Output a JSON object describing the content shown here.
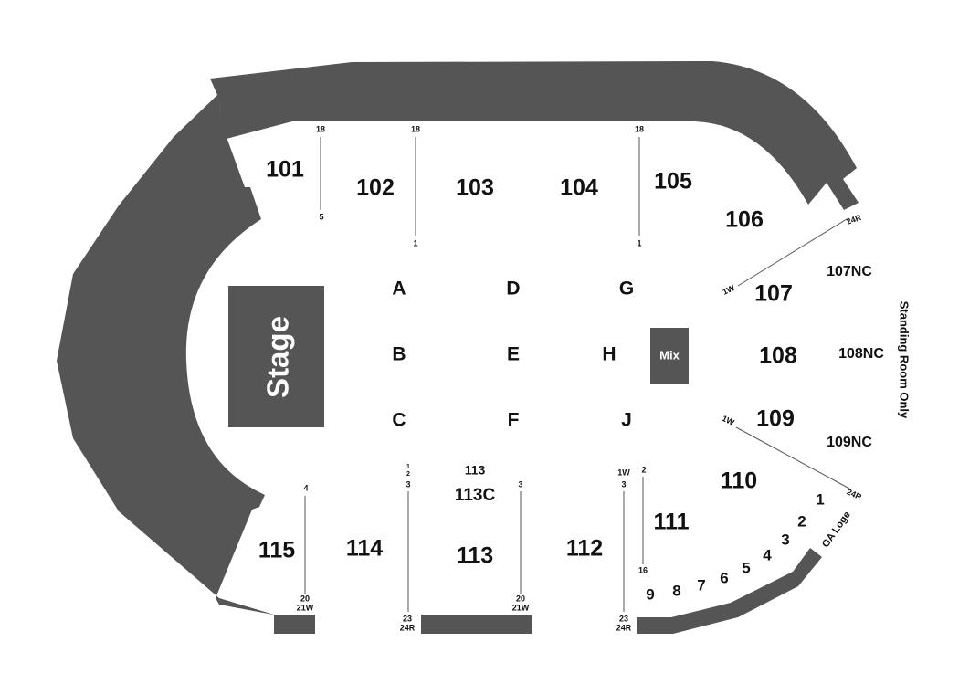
{
  "colors": {
    "structure": "#555555",
    "text": "#111111",
    "mix_text": "#ffffff",
    "background": "#ffffff"
  },
  "stage": {
    "label": "Stage"
  },
  "mix": {
    "label": "Mix"
  },
  "standing_room": {
    "label": "Standing Room Only"
  },
  "ga_loge": {
    "label": "GA Loge",
    "boxes": [
      "1",
      "2",
      "3",
      "4",
      "5",
      "6",
      "7",
      "8",
      "9"
    ]
  },
  "sections": {
    "s101": "101",
    "s102": "102",
    "s103": "103",
    "s104": "104",
    "s105": "105",
    "s106": "106",
    "s107": "107",
    "s108": "108",
    "s109": "109",
    "s110": "110",
    "s111": "111",
    "s112": "112",
    "s113": "113",
    "s113_top": "113",
    "s113c": "113C",
    "s114": "114",
    "s115": "115",
    "s107nc": "107NC",
    "s108nc": "108NC",
    "s109nc": "109NC"
  },
  "floor": {
    "A": "A",
    "B": "B",
    "C": "C",
    "D": "D",
    "E": "E",
    "F": "F",
    "G": "G",
    "H": "H",
    "J": "J"
  },
  "row_labels": {
    "r18a": "18",
    "r5": "5",
    "r18b": "18",
    "r1a": "1",
    "r18c": "18",
    "r1b": "1",
    "r24r_top": "24R",
    "r1w_top": "1W",
    "r1w_bot": "1W",
    "r24r_right": "24R",
    "r4": "4",
    "r20a": "20",
    "r21wa": "21W",
    "r1": "1",
    "r2": "2",
    "r3a": "3",
    "r23a": "23",
    "r24ra": "24R",
    "r3b": "3",
    "r20b": "20",
    "r21wb": "21W",
    "r1w_112": "1W",
    "r3c": "3",
    "r23b": "23",
    "r24rb": "24R",
    "r2b": "2",
    "r16": "16"
  }
}
